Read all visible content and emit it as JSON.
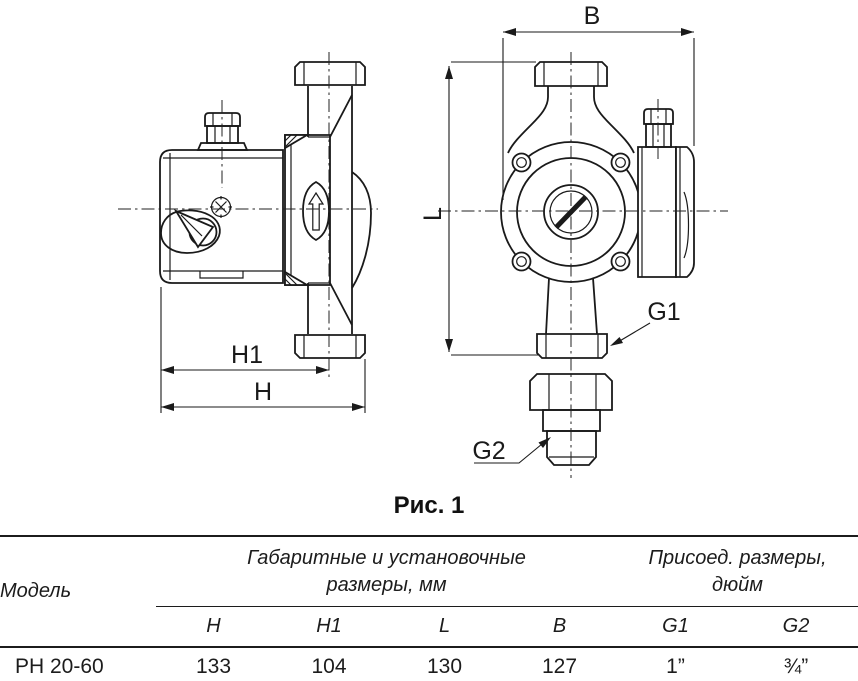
{
  "figure": {
    "caption": "Рис. 1",
    "labels": {
      "B": "B",
      "L": "L",
      "H": "H",
      "H1": "H1",
      "G1": "G1",
      "G2": "G2"
    }
  },
  "table": {
    "header": {
      "model": "Модель",
      "group1": [
        "Габаритные и установочные",
        "размеры, мм"
      ],
      "group2": [
        "Присоед. размеры,",
        "дюйм"
      ],
      "columns": [
        "H",
        "H1",
        "L",
        "B",
        "G1",
        "G2"
      ]
    },
    "rows": [
      {
        "model": "РН 20-60",
        "values": [
          "133",
          "104",
          "130",
          "127",
          "1”",
          "¾”"
        ]
      }
    ]
  }
}
